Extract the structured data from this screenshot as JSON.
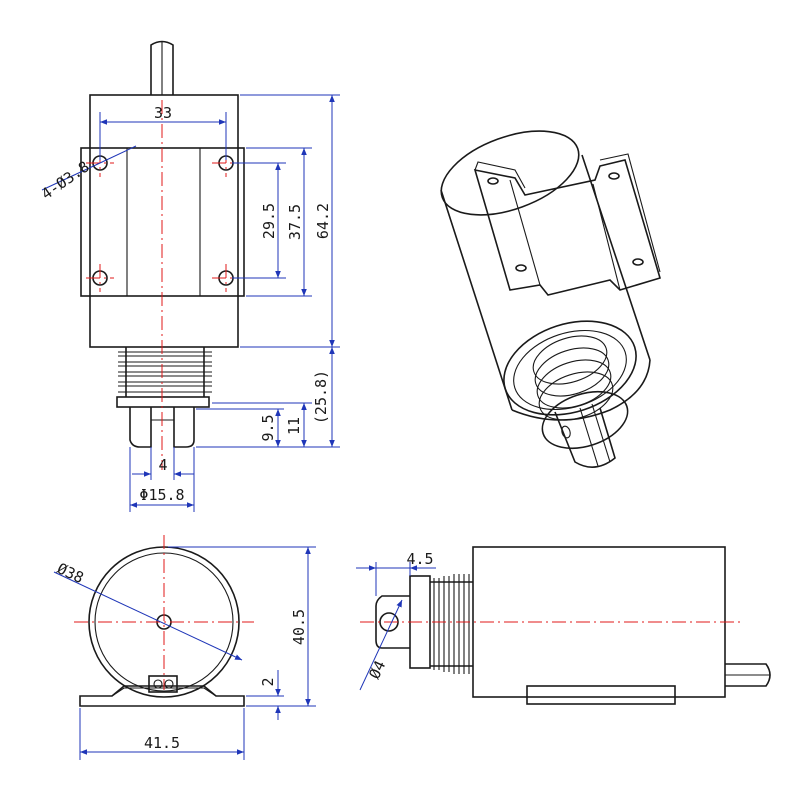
{
  "colors": {
    "outline": "#1a1a1a",
    "dimension": "#1f36b8",
    "centerline": "#e01818",
    "background": "#ffffff"
  },
  "front_view": {
    "width_33": "33",
    "holes": "4-Ø3.8",
    "hole_spacing": "29.5",
    "bracket_height": "37.5",
    "body_height": "64.2",
    "overall": "(25.8)",
    "stroke_11": "11",
    "tip_9_5": "9.5",
    "slot_width": "4",
    "plunger_dia": "Φ15.8"
  },
  "end_view": {
    "diameter": "Ø38",
    "height": "40.5",
    "base_thk": "2",
    "base_width": "41.5"
  },
  "side_view": {
    "tip_len": "4.5",
    "pin_dia": "Ø4"
  }
}
